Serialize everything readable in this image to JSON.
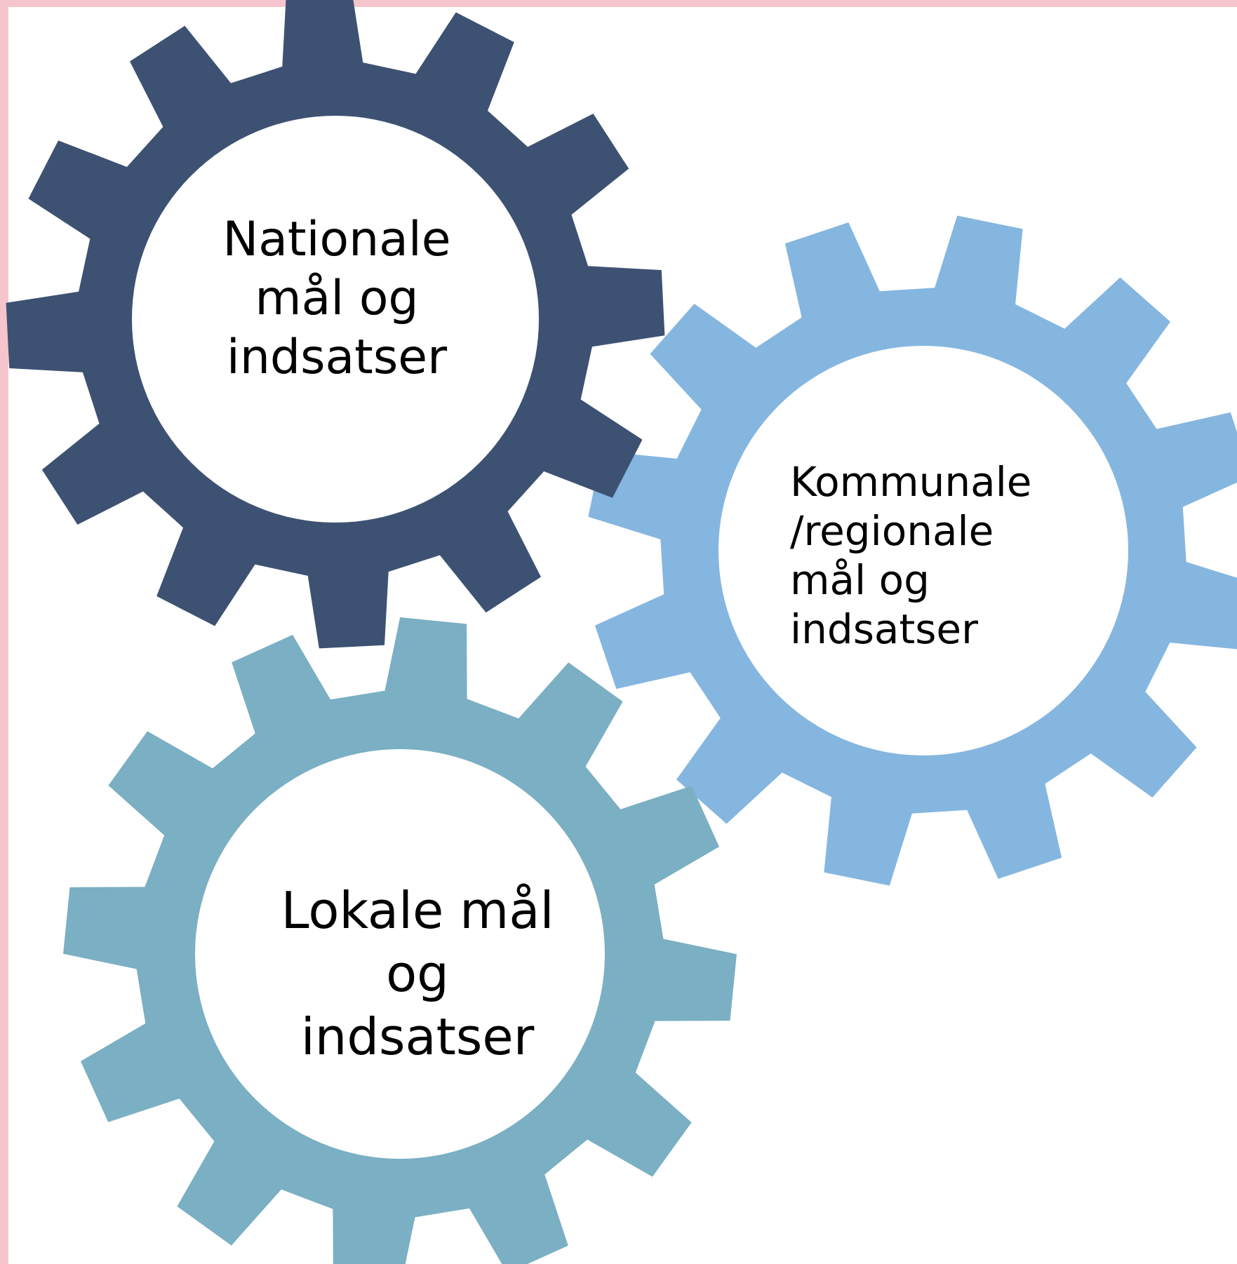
{
  "colors": {
    "frame": "#f6c4cc",
    "gear_national": "#3d5272",
    "gear_kommunal": "#85b6e0",
    "gear_lokal": "#7bafc3",
    "hub": "#ffffff"
  },
  "gears": [
    {
      "id": "national",
      "label": "Nationale\nmål og\nindsatser"
    },
    {
      "id": "kommunal",
      "label": "Kommunale\n/regionale\nmål og\nindsatser"
    },
    {
      "id": "lokal",
      "label": "Lokale mål\nog\nindsatser"
    }
  ]
}
